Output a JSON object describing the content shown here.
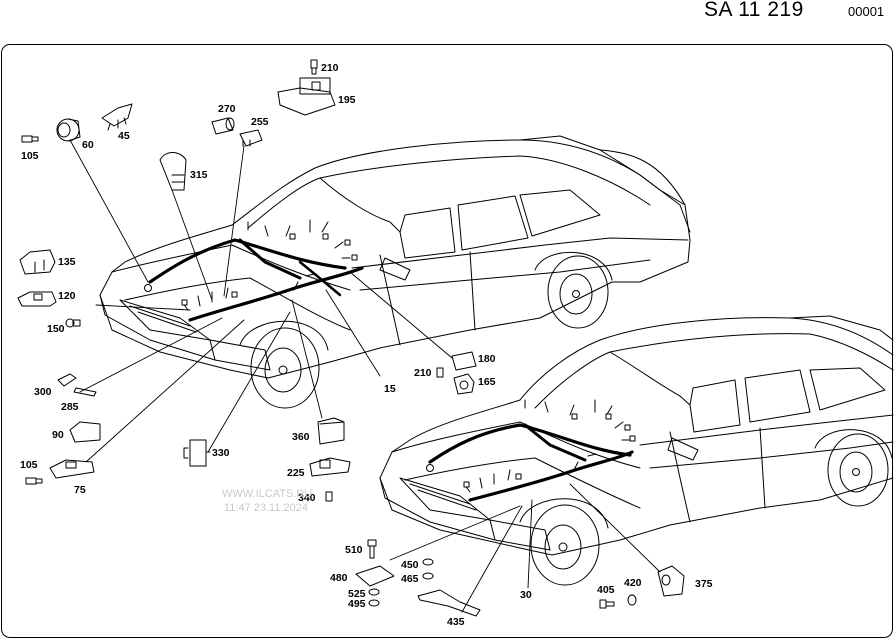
{
  "header": {
    "code": "SA   11 219",
    "page_number": "00001"
  },
  "watermark": {
    "line1": "WWW.ILCATS.RU",
    "line2": "11:47 23.11.2024"
  },
  "parts": [
    {
      "id": "210a",
      "label": "210"
    },
    {
      "id": "195",
      "label": "195"
    },
    {
      "id": "270",
      "label": "270"
    },
    {
      "id": "255",
      "label": "255"
    },
    {
      "id": "105a",
      "label": "105"
    },
    {
      "id": "60",
      "label": "60"
    },
    {
      "id": "45",
      "label": "45"
    },
    {
      "id": "315",
      "label": "315"
    },
    {
      "id": "135",
      "label": "135"
    },
    {
      "id": "120",
      "label": "120"
    },
    {
      "id": "150",
      "label": "150"
    },
    {
      "id": "300",
      "label": "300"
    },
    {
      "id": "285",
      "label": "285"
    },
    {
      "id": "90",
      "label": "90"
    },
    {
      "id": "105b",
      "label": "105"
    },
    {
      "id": "75",
      "label": "75"
    },
    {
      "id": "330",
      "label": "330"
    },
    {
      "id": "360",
      "label": "360"
    },
    {
      "id": "225",
      "label": "225"
    },
    {
      "id": "340",
      "label": "340"
    },
    {
      "id": "15",
      "label": "15"
    },
    {
      "id": "210b",
      "label": "210"
    },
    {
      "id": "180",
      "label": "180"
    },
    {
      "id": "165",
      "label": "165"
    },
    {
      "id": "510",
      "label": "510"
    },
    {
      "id": "450",
      "label": "450"
    },
    {
      "id": "465",
      "label": "465"
    },
    {
      "id": "480",
      "label": "480"
    },
    {
      "id": "525",
      "label": "525"
    },
    {
      "id": "495",
      "label": "495"
    },
    {
      "id": "435",
      "label": "435"
    },
    {
      "id": "30",
      "label": "30"
    },
    {
      "id": "405",
      "label": "405"
    },
    {
      "id": "420",
      "label": "420"
    },
    {
      "id": "375",
      "label": "375"
    }
  ]
}
